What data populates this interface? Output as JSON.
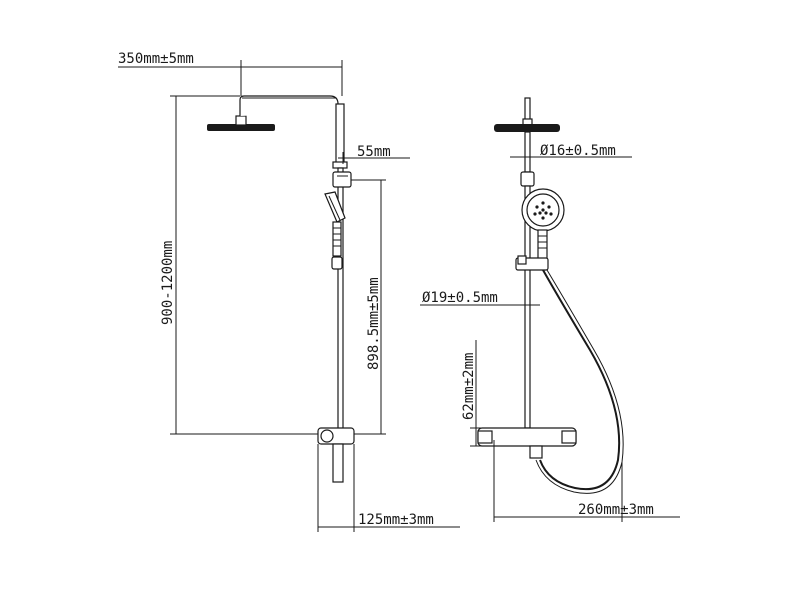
{
  "front_view": {
    "arm_length": "350mm±5mm",
    "height_range": "900-1200mm",
    "rail_offset": "55mm",
    "bar_height": "898.5mm±5mm",
    "mixer_depth": "125mm±3mm"
  },
  "side_view": {
    "arm_diameter": "Ø16±0.5mm",
    "rail_diameter": "Ø19±0.5mm",
    "mixer_height": "62mm±2mm",
    "mixer_width": "260mm±3mm"
  }
}
